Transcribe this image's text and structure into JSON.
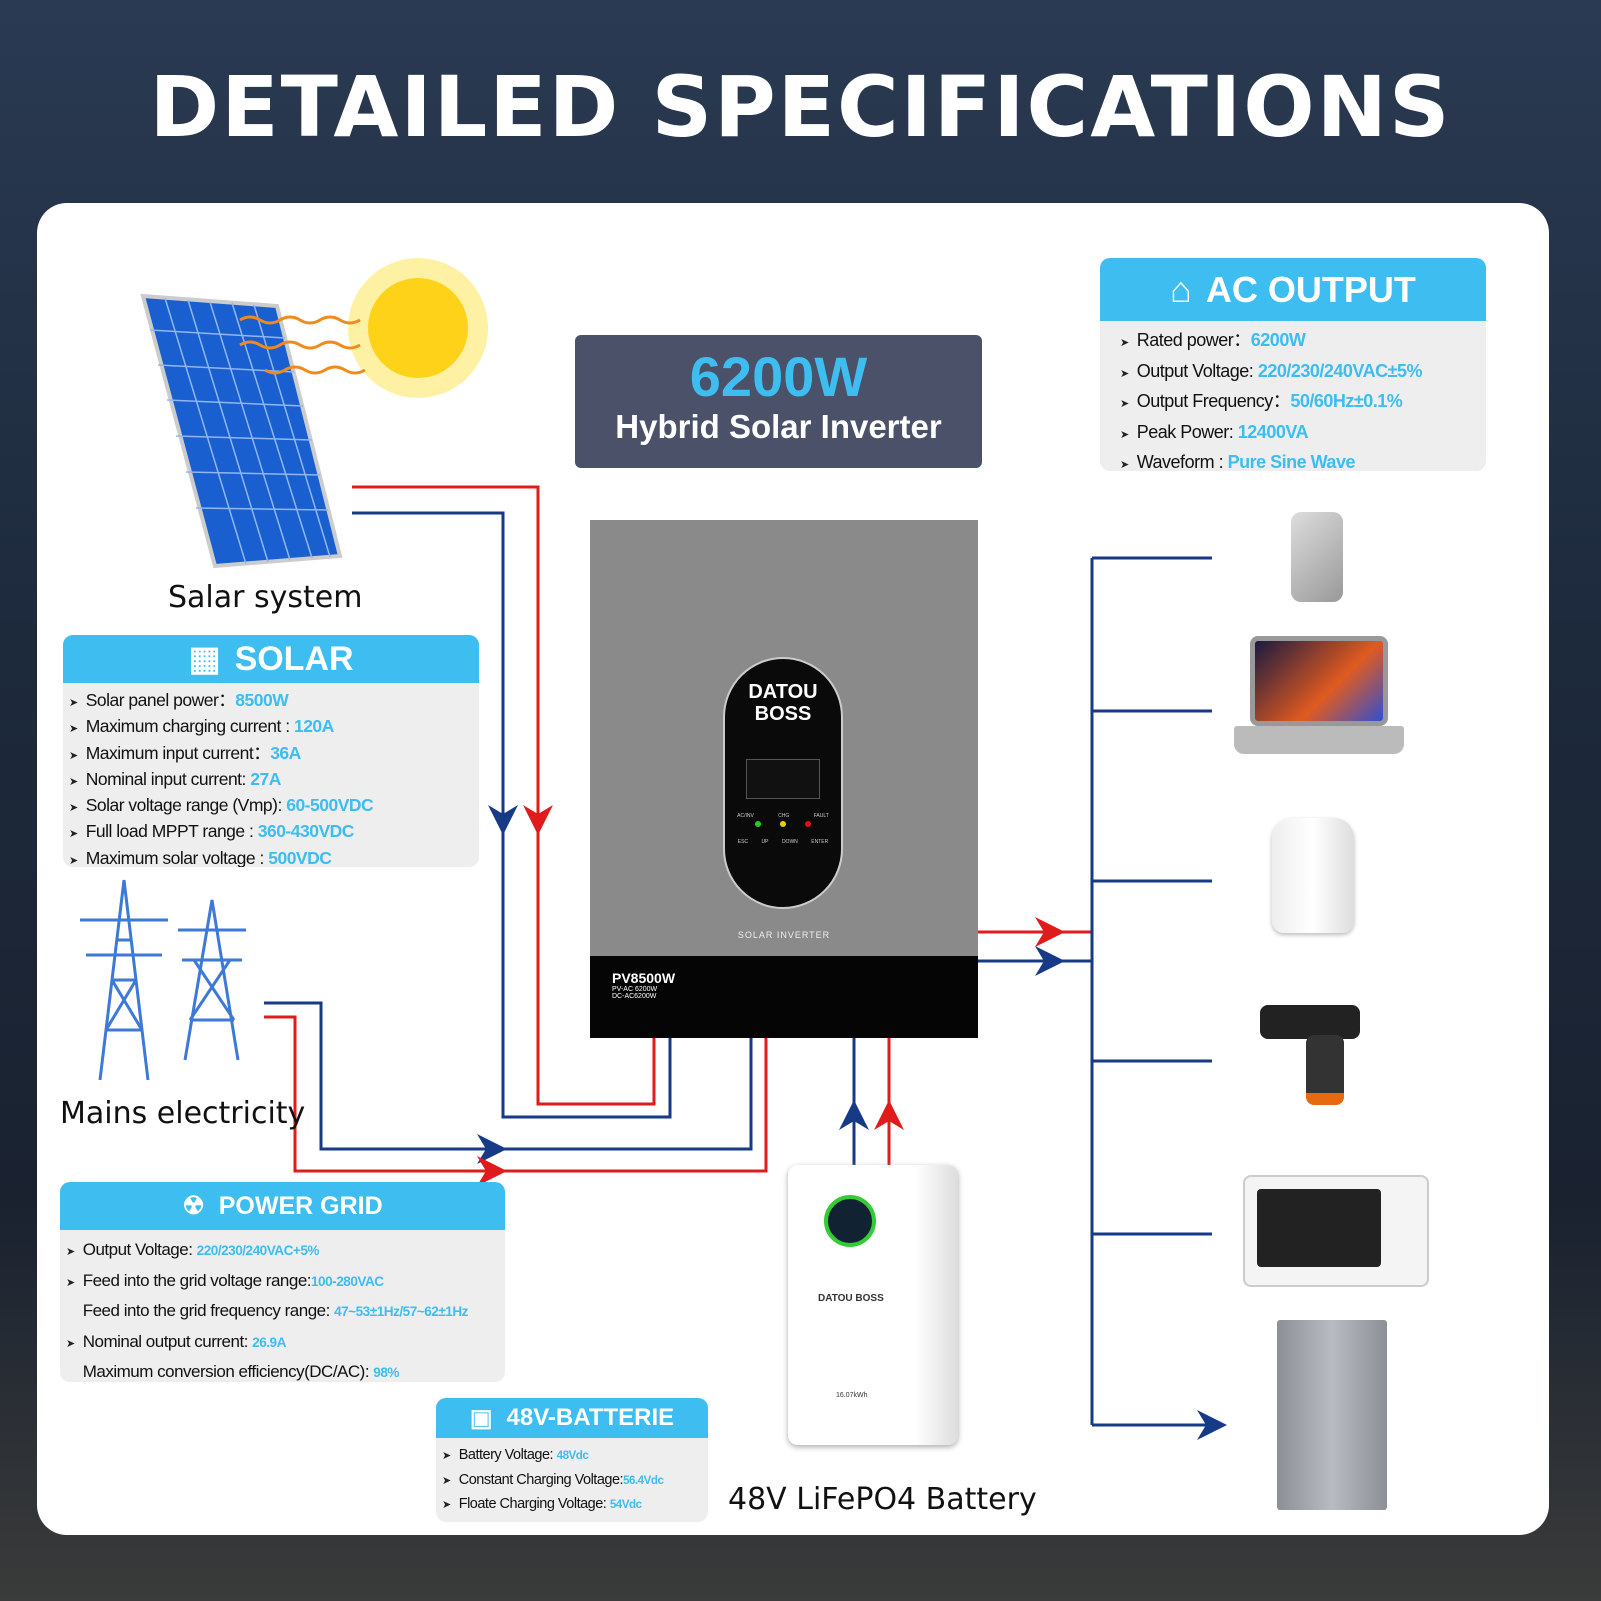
{
  "title": "DETAILED SPECIFICATIONS",
  "hero": {
    "power": "6200W",
    "subtitle": "Hybrid Solar Inverter"
  },
  "labels": {
    "solar": "Salar system",
    "mains": "Mains electricity",
    "battery": "48V LiFePO4 Battery"
  },
  "inverter": {
    "brand_line1": "DATOU",
    "brand_line2": "BOSS",
    "front_label": "SOLAR INVERTER",
    "model": "PV8500W",
    "spec1": "PV-AC 6200W",
    "spec2": "DC-AC6200W",
    "leds": [
      "AC/INV",
      "CHG",
      "FAULT"
    ],
    "buttons": [
      "ESC",
      "UP",
      "DOWN",
      "ENTER"
    ],
    "colors": {
      "green": "#22cc22",
      "yellow": "#e8d000",
      "red": "#e01010"
    }
  },
  "battery_unit": {
    "brand": "DATOU BOSS",
    "capacity": "16.07kWh"
  },
  "solar_box": {
    "heading": "SOLAR",
    "items": [
      {
        "k": "Solar panel power：",
        "v": "8500W"
      },
      {
        "k": "Maximum charging current : ",
        "v": "120A"
      },
      {
        "k": "Maximum input current：",
        "v": "36A"
      },
      {
        "k": "Nominal input current: ",
        "v": "27A"
      },
      {
        "k": "Solar voltage range (Vmp): ",
        "v": "60-500VDC"
      },
      {
        "k": "Full load MPPT range : ",
        "v": "360-430VDC"
      },
      {
        "k": "Maximum solar voltage : ",
        "v": "500VDC"
      }
    ]
  },
  "grid_box": {
    "heading": "POWER GRID",
    "items": [
      {
        "k": "Output Voltage: ",
        "v": "220/230/240VAC+5%"
      },
      {
        "k": "Feed into the grid voltage range:",
        "v": "100-280VAC"
      },
      {
        "k": "Feed into the grid frequency range: ",
        "v": "47~53±1Hz/57~62±1Hz"
      },
      {
        "k": "Nominal output current: ",
        "v": "26.9A"
      },
      {
        "k": "Maximum conversion efficiency(DC/AC): ",
        "v": "98%"
      }
    ]
  },
  "battery_box": {
    "heading": "48V-BATTERIE",
    "items": [
      {
        "k": "Battery Voltage: ",
        "v": "48Vdc"
      },
      {
        "k": "Constant Charging Voltage:",
        "v": "56.4Vdc"
      },
      {
        "k": "Floate Charging Voltage: ",
        "v": "54Vdc"
      }
    ]
  },
  "ac_box": {
    "heading": "AC OUTPUT",
    "items": [
      {
        "k": "Rated power：",
        "v": "6200W"
      },
      {
        "k": "Output Voltage: ",
        "v": "220/230/240VAC±5%"
      },
      {
        "k": "Output Frequency：",
        "v": "50/60Hz±0.1%"
      },
      {
        "k": "Peak Power: ",
        "v": "12400VA"
      },
      {
        "k": "Waveform : ",
        "v": "Pure Sine Wave"
      }
    ]
  },
  "colors": {
    "accent": "#3dbdf0",
    "red_line": "#e01b1b",
    "blue_line": "#173a86"
  },
  "appliances": [
    "smartphone",
    "laptop",
    "kettle",
    "drill",
    "oven",
    "refrigerator"
  ]
}
